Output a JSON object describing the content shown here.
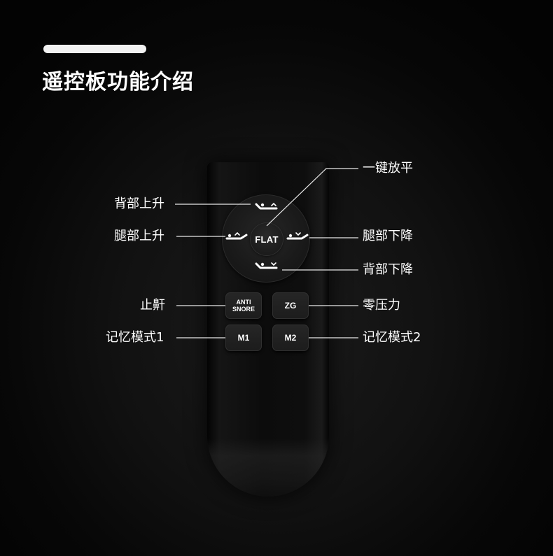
{
  "title": "遥控板功能介绍",
  "labels": {
    "flat": "一键放平",
    "back_up": "背部上升",
    "leg_up": "腿部上升",
    "leg_down": "腿部下降",
    "back_down": "背部下降",
    "anti_snore": "止鼾",
    "zero_gravity": "零压力",
    "memory_1": "记忆模式1",
    "memory_2": "记忆模式2"
  },
  "buttons": {
    "flat": "FLAT",
    "anti_line1": "ANTI",
    "anti_line2": "SNORE",
    "zg": "ZG",
    "m1": "M1",
    "m2": "M2"
  },
  "icons": {
    "back_up": "bed-back-up-icon",
    "leg_up": "bed-leg-up-icon",
    "leg_down": "bed-leg-down-icon",
    "back_down": "bed-back-down-icon"
  },
  "colors": {
    "background": "#0b0b0b",
    "text": "#ffffff",
    "remote": "#101010"
  }
}
